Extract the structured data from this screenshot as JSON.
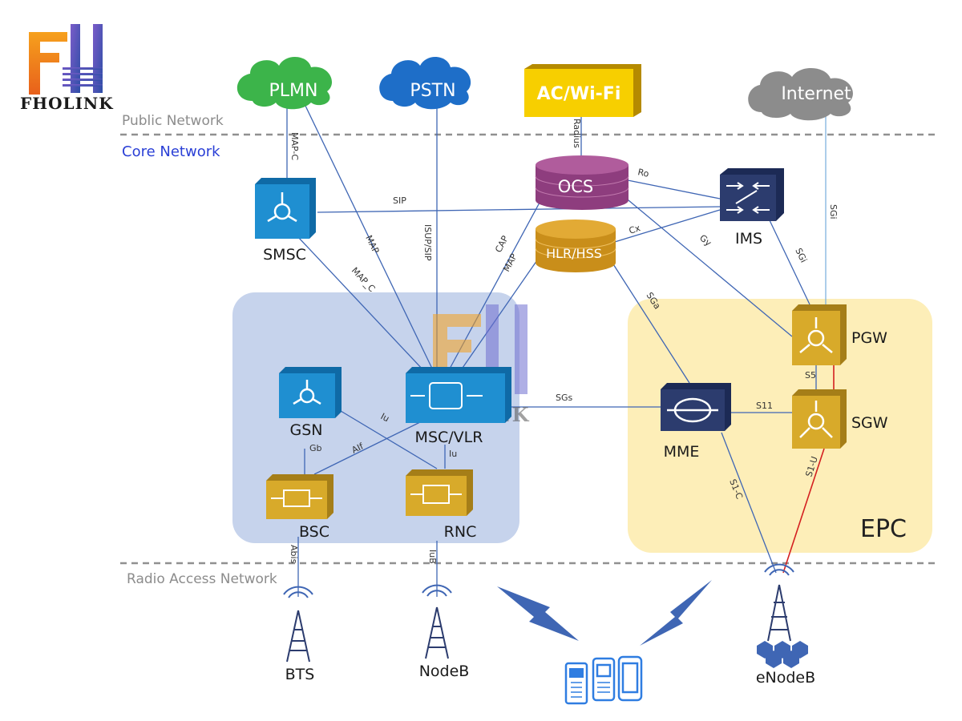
{
  "logo": {
    "text": "FHOLINK",
    "watermark": "FHOLINK"
  },
  "zones": {
    "public": "Public Network",
    "core": "Core Network",
    "radio": "Radio Access Network",
    "epc": "EPC"
  },
  "clouds": {
    "plmn": "PLMN",
    "pstn": "PSTN",
    "internet": "Internet"
  },
  "boxes": {
    "acwifi": "AC/Wi-Fi"
  },
  "nodes": {
    "ocs": "OCS",
    "hlr": "HLR/HSS",
    "ims": "IMS",
    "smsc": "SMSC",
    "gsn": "GSN",
    "msc": "MSC/VLR",
    "mme": "MME",
    "pgw": "PGW",
    "sgw": "SGW",
    "bsc": "BSC",
    "rnc": "RNC",
    "bts": "BTS",
    "nodeb": "NodeB",
    "enodeb": "eNodeB"
  },
  "links": {
    "mapc_plmn": "MAP-C",
    "radius": "Radius",
    "ro": "Ro",
    "sip": "SIP",
    "map": "MAP",
    "isup": "ISUP/SIP",
    "cap": "CAP",
    "map2": "MAP",
    "cx": "Cx",
    "gy": "Gy",
    "sgi_inet": "SGi",
    "sgi_ims": "SGi",
    "mapc_smsc": "MAP_C",
    "sga": "SGa",
    "sgs": "SGs",
    "s5": "S5",
    "s11": "S11",
    "iu1": "Iu",
    "aif": "AIf",
    "gb": "Gb",
    "iu2": "Iu",
    "abis": "Abis",
    "iub": "IuB",
    "s1c": "S1-C",
    "s1u": "S1-U"
  },
  "colors": {
    "plmn": "#3cb44a",
    "pstn": "#1e6ec8",
    "internet": "#8c8c8c",
    "acwifi": "#f7cf00",
    "router_blue": "#1f8fd1",
    "router_navy": "#2c3c6e",
    "router_gold": "#d8aa2a",
    "db_purple": "#8e3d7e",
    "db_gold": "#c98e1a",
    "core_region": "#c6d3ec",
    "epc_region": "#fdeeb8",
    "line": "#3f66b4",
    "s1u": "#d42020"
  }
}
